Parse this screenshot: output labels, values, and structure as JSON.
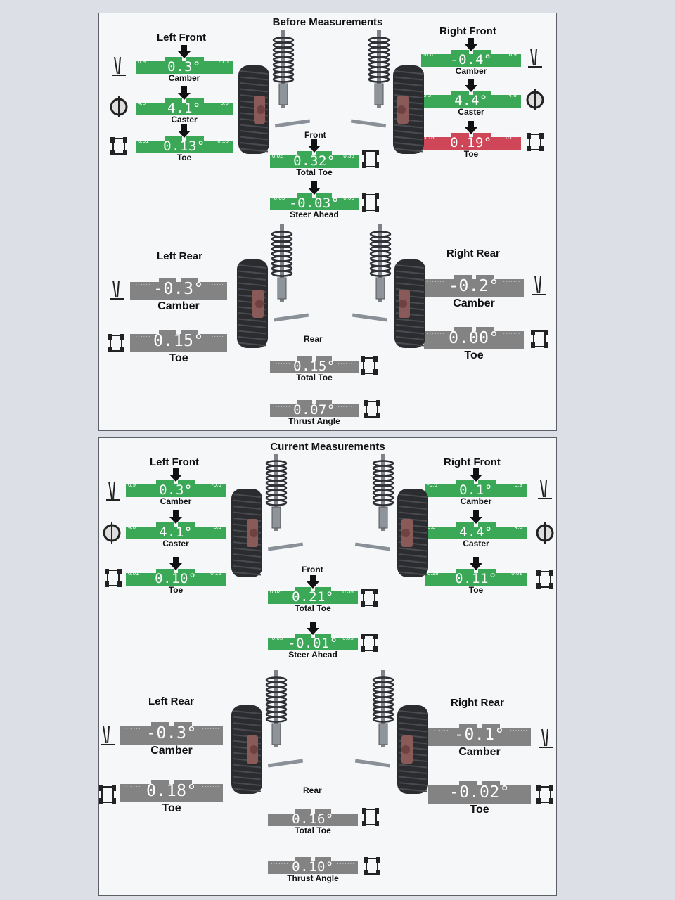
{
  "colors": {
    "ok": "#3aa857",
    "bad": "#cf4659",
    "neutral": "#838383"
  },
  "panels": [
    {
      "title": "Before Measurements",
      "front_left_label": "Left Front",
      "front_right_label": "Right Front",
      "front_center_label": "Front",
      "rear_left_label": "Left Rear",
      "rear_right_label": "Right Rear",
      "rear_center_label": "Rear",
      "lf_camber": {
        "value": "0.3°",
        "min": "0.9°",
        "max": "-0.6°",
        "label": "Camber",
        "status": "ok"
      },
      "lf_caster": {
        "value": "4.1°",
        "min": "4.8°",
        "max": "3.3°",
        "label": "Caster",
        "status": "ok"
      },
      "lf_toe": {
        "value": "0.13°",
        "min": "0.01°",
        "max": "0.18°",
        "label": "Toe",
        "status": "ok"
      },
      "rf_camber": {
        "value": "-0.4°",
        "min": "-0.6°",
        "max": "0.9°",
        "label": "Camber",
        "status": "ok"
      },
      "rf_caster": {
        "value": "4.4°",
        "min": "3.3°",
        "max": "4.8°",
        "label": "Caster",
        "status": "ok"
      },
      "rf_toe": {
        "value": "0.19°",
        "min": "0.18°",
        "max": "0.01°",
        "label": "Toe",
        "status": "bad"
      },
      "front_total_toe": {
        "value": "0.32°",
        "min": "0.02°",
        "max": "0.35°",
        "label": "Total Toe",
        "status": "ok"
      },
      "steer_ahead": {
        "value": "-0.03°",
        "min": "-0.05°",
        "max": "0.05°",
        "label": "Steer Ahead",
        "status": "ok"
      },
      "lr_camber": {
        "value": "-0.3°",
        "label": "Camber"
      },
      "lr_toe": {
        "value": "0.15°",
        "label": "Toe"
      },
      "rr_camber": {
        "value": "-0.2°",
        "label": "Camber"
      },
      "rr_toe": {
        "value": "0.00°",
        "label": "Toe"
      },
      "rear_total_toe": {
        "value": "0.15°",
        "label": "Total Toe"
      },
      "thrust_angle": {
        "value": "0.07°",
        "label": "Thrust Angle"
      }
    },
    {
      "title": "Current Measurements",
      "front_left_label": "Left Front",
      "front_right_label": "Right Front",
      "front_center_label": "Front",
      "rear_left_label": "Left Rear",
      "rear_right_label": "Right Rear",
      "rear_center_label": "Rear",
      "lf_camber": {
        "value": "0.3°",
        "min": "0.9°",
        "max": "-0.6°",
        "label": "Camber",
        "status": "ok"
      },
      "lf_caster": {
        "value": "4.1°",
        "min": "4.8°",
        "max": "3.3°",
        "label": "Caster",
        "status": "ok"
      },
      "lf_toe": {
        "value": "0.10°",
        "min": "0.01°",
        "max": "0.18°",
        "label": "Toe",
        "status": "ok"
      },
      "rf_camber": {
        "value": "0.1°",
        "min": "-0.6°",
        "max": "0.9°",
        "label": "Camber",
        "status": "ok"
      },
      "rf_caster": {
        "value": "4.4°",
        "min": "3.3°",
        "max": "4.8°",
        "label": "Caster",
        "status": "ok"
      },
      "rf_toe": {
        "value": "0.11°",
        "min": "0.18°",
        "max": "0.01°",
        "label": "Toe",
        "status": "ok"
      },
      "front_total_toe": {
        "value": "0.21°",
        "min": "0.02°",
        "max": "0.35°",
        "label": "Total Toe",
        "status": "ok"
      },
      "steer_ahead": {
        "value": "-0.01°",
        "min": "-0.05°",
        "max": "0.05°",
        "label": "Steer Ahead",
        "status": "ok"
      },
      "lr_camber": {
        "value": "-0.3°",
        "label": "Camber"
      },
      "lr_toe": {
        "value": "0.18°",
        "label": "Toe"
      },
      "rr_camber": {
        "value": "-0.1°",
        "label": "Camber"
      },
      "rr_toe": {
        "value": "-0.02°",
        "label": "Toe"
      },
      "rear_total_toe": {
        "value": "0.16°",
        "label": "Total Toe"
      },
      "thrust_angle": {
        "value": "0.10°",
        "label": "Thrust Angle"
      }
    }
  ]
}
